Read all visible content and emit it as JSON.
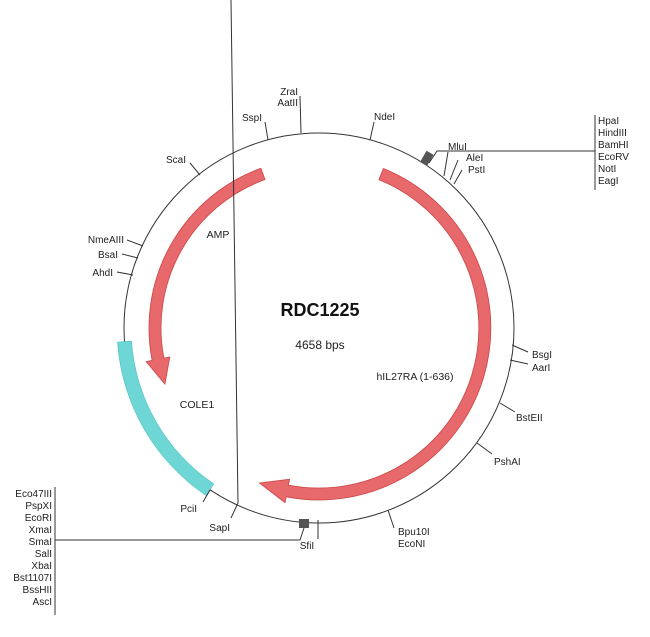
{
  "plasmid": {
    "name": "RDC1225",
    "size": "4658 bps"
  },
  "features": [
    {
      "name": "AMP",
      "color": "#e8696b"
    },
    {
      "name": "hIL27RA (1-636)",
      "color": "#e8696b"
    },
    {
      "name": "COLE1",
      "color": "#6fd6d6"
    }
  ],
  "sites": {
    "zrai": "ZraI",
    "aatii": "AatII",
    "sspi": "SspI",
    "ndei": "NdeI",
    "mlui": "MluI",
    "alei": "AleI",
    "psti": "PstI",
    "mcs1": [
      "HpaI",
      "HindIII",
      "BamHI",
      "EcoRV",
      "NotI",
      "EagI"
    ],
    "scai": "ScaI",
    "nmeaiii": "NmeAIII",
    "bsai": "BsaI",
    "ahdi": "AhdI",
    "bsgi": "BsgI",
    "aari": "AarI",
    "bsteii": "BstEII",
    "pshai": "PshAI",
    "bpu10i": "Bpu10I",
    "econi": "EcoNI",
    "sfii": "SfiI",
    "sapi": "SapI",
    "pcii": "PciI",
    "mcs2": [
      "Eco47III",
      "PspXI",
      "EcoRI",
      "XmaI",
      "SmaI",
      "SalI",
      "XbaI",
      "Bst1107I",
      "BssHII",
      "AscI"
    ]
  }
}
